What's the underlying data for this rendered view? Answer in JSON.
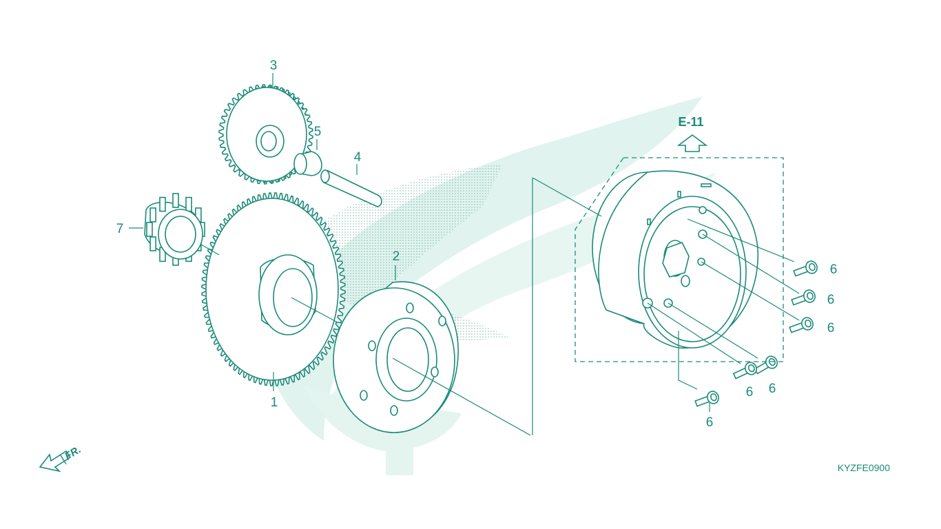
{
  "diagram": {
    "reference": "E-11",
    "diagram_code": "KYZFE0900",
    "front_label": "FR.",
    "colors": {
      "line": "#1a8a78",
      "watermark": "#dff3ee",
      "background": "#ffffff"
    },
    "callouts": {
      "c1": "1",
      "c2": "2",
      "c3": "3",
      "c4": "4",
      "c5": "5",
      "c6a": "6",
      "c6b": "6",
      "c6c": "6",
      "c6d": "6",
      "c6e": "6",
      "c6f": "6",
      "c7": "7"
    }
  }
}
